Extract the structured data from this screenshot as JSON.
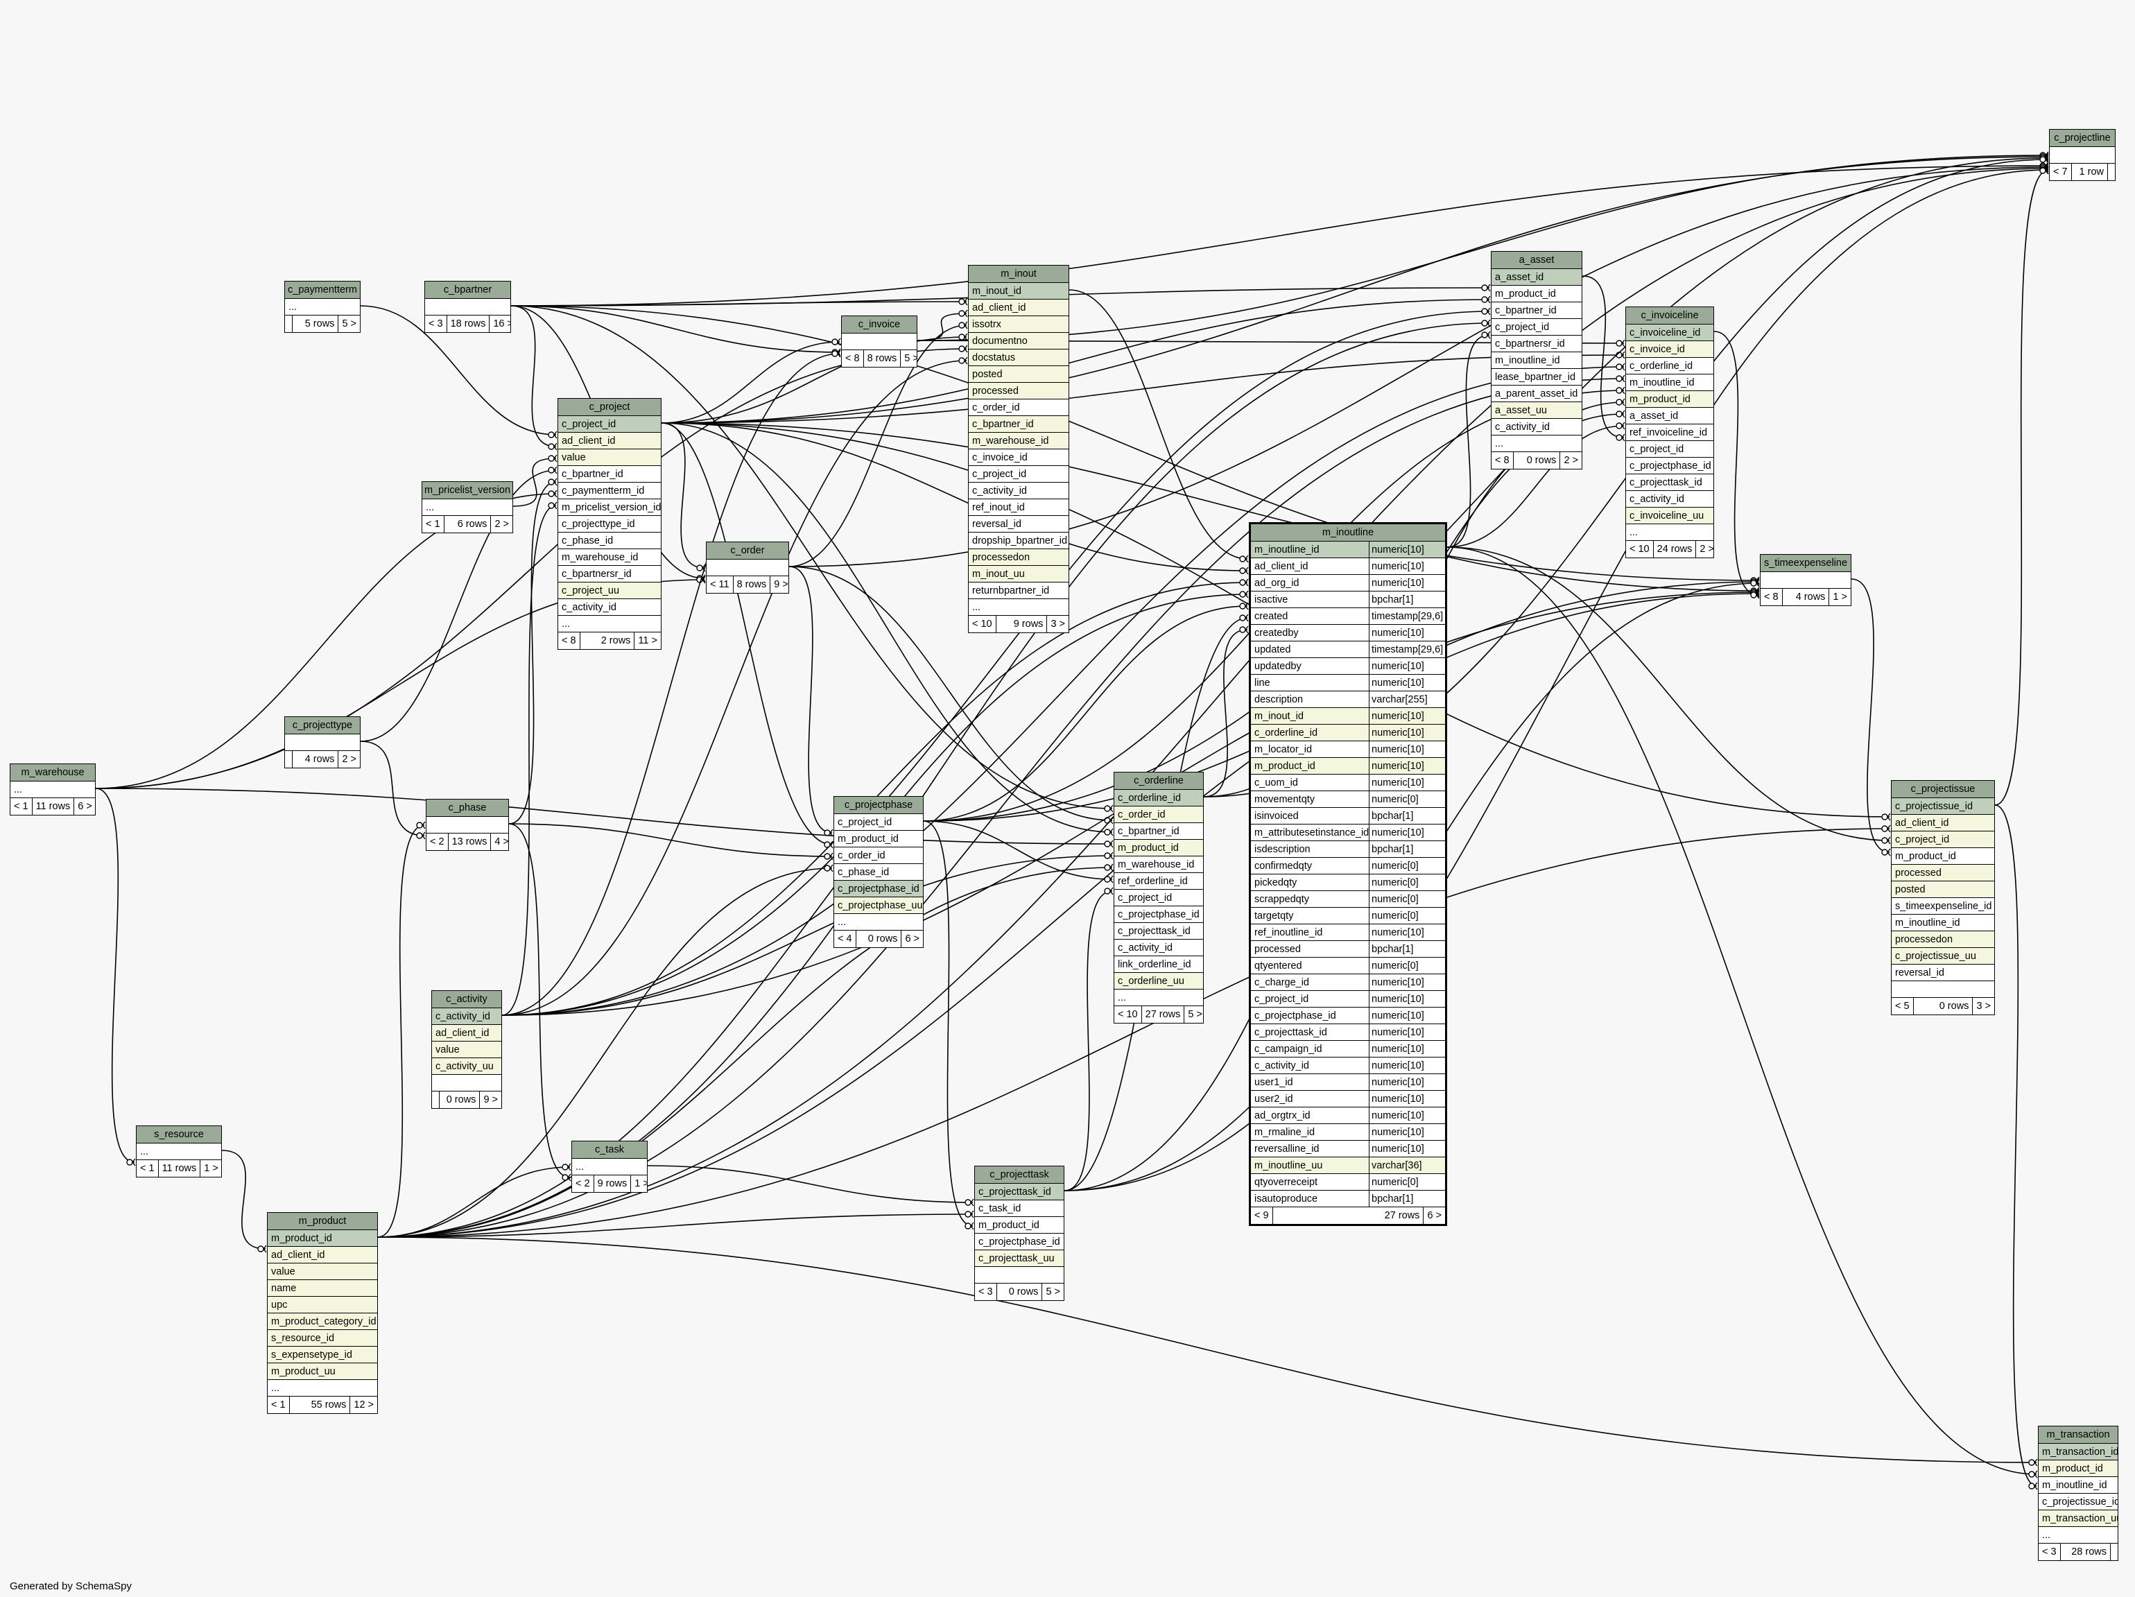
{
  "credit": "Generated by SchemaSpy",
  "tables": [
    {
      "id": "c_paymentterm",
      "name": "c_paymentterm",
      "cols": [
        [
          "...",
          ""
        ]
      ],
      "foot": [
        "",
        "5 rows",
        "5 >"
      ]
    },
    {
      "id": "c_bpartner",
      "name": "c_bpartner",
      "cols": [
        [
          "",
          ""
        ]
      ],
      "foot": [
        "< 3",
        "18 rows",
        "16 >"
      ]
    },
    {
      "id": "c_invoice",
      "name": "c_invoice",
      "cols": [
        [
          "",
          ""
        ]
      ],
      "foot": [
        "< 8",
        "8 rows",
        "5 >"
      ]
    },
    {
      "id": "m_inout",
      "name": "m_inout",
      "cols": [
        [
          "m_inout_id",
          "pk"
        ],
        [
          "ad_client_id",
          "nn"
        ],
        [
          "issotrx",
          "nn"
        ],
        [
          "documentno",
          "nn"
        ],
        [
          "docstatus",
          "nn"
        ],
        [
          "posted",
          "nn"
        ],
        [
          "processed",
          "nn"
        ],
        [
          "c_order_id",
          ""
        ],
        [
          "c_bpartner_id",
          "nn"
        ],
        [
          "m_warehouse_id",
          "nn"
        ],
        [
          "c_invoice_id",
          ""
        ],
        [
          "c_project_id",
          ""
        ],
        [
          "c_activity_id",
          ""
        ],
        [
          "ref_inout_id",
          ""
        ],
        [
          "reversal_id",
          ""
        ],
        [
          "dropship_bpartner_id",
          ""
        ],
        [
          "processedon",
          "nn"
        ],
        [
          "m_inout_uu",
          "nn"
        ],
        [
          "returnbpartner_id",
          ""
        ],
        [
          "...",
          ""
        ]
      ],
      "foot": [
        "< 10",
        "9 rows",
        "3 >"
      ]
    },
    {
      "id": "a_asset",
      "name": "a_asset",
      "cols": [
        [
          "a_asset_id",
          "pk"
        ],
        [
          "m_product_id",
          ""
        ],
        [
          "c_bpartner_id",
          ""
        ],
        [
          "c_project_id",
          ""
        ],
        [
          "c_bpartnersr_id",
          ""
        ],
        [
          "m_inoutline_id",
          ""
        ],
        [
          "lease_bpartner_id",
          ""
        ],
        [
          "a_parent_asset_id",
          ""
        ],
        [
          "a_asset_uu",
          "nn"
        ],
        [
          "c_activity_id",
          ""
        ],
        [
          "...",
          ""
        ]
      ],
      "foot": [
        "< 8",
        "0 rows",
        "2 >"
      ]
    },
    {
      "id": "c_project",
      "name": "c_project",
      "cols": [
        [
          "c_project_id",
          "pk"
        ],
        [
          "ad_client_id",
          "nn"
        ],
        [
          "value",
          "nn"
        ],
        [
          "c_bpartner_id",
          ""
        ],
        [
          "c_paymentterm_id",
          ""
        ],
        [
          "m_pricelist_version_id",
          ""
        ],
        [
          "c_projecttype_id",
          ""
        ],
        [
          "c_phase_id",
          ""
        ],
        [
          "m_warehouse_id",
          ""
        ],
        [
          "c_bpartnersr_id",
          ""
        ],
        [
          "c_project_uu",
          "nn"
        ],
        [
          "c_activity_id",
          ""
        ],
        [
          "...",
          ""
        ]
      ],
      "foot": [
        "< 8",
        "2 rows",
        "11 >"
      ]
    },
    {
      "id": "m_pricelist_version",
      "name": "m_pricelist_version",
      "cols": [
        [
          "...",
          ""
        ]
      ],
      "foot": [
        "< 1",
        "6 rows",
        "2 >"
      ]
    },
    {
      "id": "c_order",
      "name": "c_order",
      "cols": [
        [
          "",
          ""
        ]
      ],
      "foot": [
        "< 11",
        "8 rows",
        "9 >"
      ]
    },
    {
      "id": "c_projectline",
      "name": "c_projectline",
      "cols": [
        [
          "",
          ""
        ]
      ],
      "foot": [
        "< 7",
        "1 row",
        ""
      ]
    },
    {
      "id": "c_invoiceline",
      "name": "c_invoiceline",
      "cols": [
        [
          "c_invoiceline_id",
          "pk"
        ],
        [
          "c_invoice_id",
          "nn"
        ],
        [
          "c_orderline_id",
          ""
        ],
        [
          "m_inoutline_id",
          ""
        ],
        [
          "m_product_id",
          "nn"
        ],
        [
          "a_asset_id",
          ""
        ],
        [
          "ref_invoiceline_id",
          ""
        ],
        [
          "c_project_id",
          ""
        ],
        [
          "c_projectphase_id",
          ""
        ],
        [
          "c_projecttask_id",
          ""
        ],
        [
          "c_activity_id",
          ""
        ],
        [
          "c_invoiceline_uu",
          "nn"
        ],
        [
          "...",
          ""
        ]
      ],
      "foot": [
        "< 10",
        "24 rows",
        "2 >"
      ]
    },
    {
      "id": "s_timeexpenseline",
      "name": "s_timeexpenseline",
      "cols": [
        [
          "",
          ""
        ]
      ],
      "foot": [
        "< 8",
        "4 rows",
        "1 >"
      ]
    },
    {
      "id": "m_inoutline",
      "name": "m_inoutline",
      "typed": true,
      "cols": [
        [
          "m_inoutline_id",
          "numeric[10]",
          "pk"
        ],
        [
          "ad_client_id",
          "numeric[10]",
          ""
        ],
        [
          "ad_org_id",
          "numeric[10]",
          ""
        ],
        [
          "isactive",
          "bpchar[1]",
          ""
        ],
        [
          "created",
          "timestamp[29,6]",
          ""
        ],
        [
          "createdby",
          "numeric[10]",
          ""
        ],
        [
          "updated",
          "timestamp[29,6]",
          ""
        ],
        [
          "updatedby",
          "numeric[10]",
          ""
        ],
        [
          "line",
          "numeric[10]",
          ""
        ],
        [
          "description",
          "varchar[255]",
          ""
        ],
        [
          "m_inout_id",
          "numeric[10]",
          "nn"
        ],
        [
          "c_orderline_id",
          "numeric[10]",
          "nn"
        ],
        [
          "m_locator_id",
          "numeric[10]",
          ""
        ],
        [
          "m_product_id",
          "numeric[10]",
          "nn"
        ],
        [
          "c_uom_id",
          "numeric[10]",
          ""
        ],
        [
          "movementqty",
          "numeric[0]",
          ""
        ],
        [
          "isinvoiced",
          "bpchar[1]",
          ""
        ],
        [
          "m_attributesetinstance_id",
          "numeric[10]",
          ""
        ],
        [
          "isdescription",
          "bpchar[1]",
          ""
        ],
        [
          "confirmedqty",
          "numeric[0]",
          ""
        ],
        [
          "pickedqty",
          "numeric[0]",
          ""
        ],
        [
          "scrappedqty",
          "numeric[0]",
          ""
        ],
        [
          "targetqty",
          "numeric[0]",
          ""
        ],
        [
          "ref_inoutline_id",
          "numeric[10]",
          ""
        ],
        [
          "processed",
          "bpchar[1]",
          ""
        ],
        [
          "qtyentered",
          "numeric[0]",
          ""
        ],
        [
          "c_charge_id",
          "numeric[10]",
          ""
        ],
        [
          "c_project_id",
          "numeric[10]",
          ""
        ],
        [
          "c_projectphase_id",
          "numeric[10]",
          ""
        ],
        [
          "c_projecttask_id",
          "numeric[10]",
          ""
        ],
        [
          "c_campaign_id",
          "numeric[10]",
          ""
        ],
        [
          "c_activity_id",
          "numeric[10]",
          ""
        ],
        [
          "user1_id",
          "numeric[10]",
          ""
        ],
        [
          "user2_id",
          "numeric[10]",
          ""
        ],
        [
          "ad_orgtrx_id",
          "numeric[10]",
          ""
        ],
        [
          "m_rmaline_id",
          "numeric[10]",
          ""
        ],
        [
          "reversalline_id",
          "numeric[10]",
          ""
        ],
        [
          "m_inoutline_uu",
          "varchar[36]",
          "nn"
        ],
        [
          "qtyoverreceipt",
          "numeric[0]",
          ""
        ],
        [
          "isautoproduce",
          "bpchar[1]",
          ""
        ]
      ],
      "foot": [
        "< 9",
        "27 rows",
        "6 >"
      ]
    },
    {
      "id": "c_projecttype",
      "name": "c_projecttype",
      "cols": [
        [
          "",
          ""
        ]
      ],
      "foot": [
        "",
        "4 rows",
        "2 >"
      ]
    },
    {
      "id": "m_warehouse",
      "name": "m_warehouse",
      "cols": [
        [
          "...",
          ""
        ]
      ],
      "foot": [
        "< 1",
        "11 rows",
        "6 >"
      ]
    },
    {
      "id": "c_phase",
      "name": "c_phase",
      "cols": [
        [
          "",
          ""
        ]
      ],
      "foot": [
        "< 2",
        "13 rows",
        "4 >"
      ]
    },
    {
      "id": "c_projectphase",
      "name": "c_projectphase",
      "cols": [
        [
          "c_project_id",
          ""
        ],
        [
          "m_product_id",
          ""
        ],
        [
          "c_order_id",
          ""
        ],
        [
          "c_phase_id",
          ""
        ],
        [
          "c_projectphase_id",
          "pk"
        ],
        [
          "c_projectphase_uu",
          "nn"
        ],
        [
          "...",
          ""
        ]
      ],
      "foot": [
        "< 4",
        "0 rows",
        "6 >"
      ]
    },
    {
      "id": "c_orderline",
      "name": "c_orderline",
      "cols": [
        [
          "c_orderline_id",
          "pk"
        ],
        [
          "c_order_id",
          "nn"
        ],
        [
          "c_bpartner_id",
          ""
        ],
        [
          "m_product_id",
          "nn"
        ],
        [
          "m_warehouse_id",
          ""
        ],
        [
          "ref_orderline_id",
          ""
        ],
        [
          "c_project_id",
          ""
        ],
        [
          "c_projectphase_id",
          ""
        ],
        [
          "c_projecttask_id",
          ""
        ],
        [
          "c_activity_id",
          ""
        ],
        [
          "link_orderline_id",
          ""
        ],
        [
          "c_orderline_uu",
          "nn"
        ],
        [
          "...",
          ""
        ]
      ],
      "foot": [
        "< 10",
        "27 rows",
        "5 >"
      ]
    },
    {
      "id": "c_projectissue",
      "name": "c_projectissue",
      "cols": [
        [
          "c_projectissue_id",
          "pk"
        ],
        [
          "ad_client_id",
          "nn"
        ],
        [
          "c_project_id",
          "nn"
        ],
        [
          "m_product_id",
          ""
        ],
        [
          "processed",
          "nn"
        ],
        [
          "posted",
          "nn"
        ],
        [
          "s_timeexpenseline_id",
          ""
        ],
        [
          "m_inoutline_id",
          ""
        ],
        [
          "processedon",
          "nn"
        ],
        [
          "c_projectissue_uu",
          "nn"
        ],
        [
          "reversal_id",
          ""
        ],
        [
          "",
          ""
        ]
      ],
      "foot": [
        "< 5",
        "0 rows",
        "3 >"
      ]
    },
    {
      "id": "c_activity",
      "name": "c_activity",
      "cols": [
        [
          "c_activity_id",
          "pk"
        ],
        [
          "ad_client_id",
          "nn"
        ],
        [
          "value",
          "nn"
        ],
        [
          "c_activity_uu",
          "nn"
        ],
        [
          "",
          ""
        ]
      ],
      "foot": [
        "",
        "0 rows",
        "9 >"
      ]
    },
    {
      "id": "s_resource",
      "name": "s_resource",
      "cols": [
        [
          "...",
          ""
        ]
      ],
      "foot": [
        "< 1",
        "11 rows",
        "1 >"
      ]
    },
    {
      "id": "c_task",
      "name": "c_task",
      "cols": [
        [
          "...",
          ""
        ]
      ],
      "foot": [
        "< 2",
        "9 rows",
        "1 >"
      ]
    },
    {
      "id": "m_product",
      "name": "m_product",
      "cols": [
        [
          "m_product_id",
          "pk"
        ],
        [
          "ad_client_id",
          "nn"
        ],
        [
          "value",
          "nn"
        ],
        [
          "name",
          "nn"
        ],
        [
          "upc",
          "nn"
        ],
        [
          "m_product_category_id",
          "nn"
        ],
        [
          "s_resource_id",
          "nn"
        ],
        [
          "s_expensetype_id",
          "nn"
        ],
        [
          "m_product_uu",
          "nn"
        ],
        [
          "...",
          ""
        ]
      ],
      "foot": [
        "< 1",
        "55 rows",
        "12 >"
      ]
    },
    {
      "id": "c_projecttask",
      "name": "c_projecttask",
      "cols": [
        [
          "c_projecttask_id",
          "pk"
        ],
        [
          "c_task_id",
          ""
        ],
        [
          "m_product_id",
          ""
        ],
        [
          "c_projectphase_id",
          ""
        ],
        [
          "c_projecttask_uu",
          "nn"
        ],
        [
          "",
          ""
        ]
      ],
      "foot": [
        "< 3",
        "0 rows",
        "5 >"
      ]
    },
    {
      "id": "m_transaction",
      "name": "m_transaction",
      "cols": [
        [
          "m_transaction_id",
          "pk"
        ],
        [
          "m_product_id",
          "nn"
        ],
        [
          "m_inoutline_id",
          ""
        ],
        [
          "c_projectissue_id",
          ""
        ],
        [
          "m_transaction_uu",
          "nn"
        ],
        [
          "...",
          ""
        ]
      ],
      "foot": [
        "< 3",
        "28 rows",
        ""
      ]
    }
  ],
  "relations": [
    [
      "c_paymentterm",
      "c_project"
    ],
    [
      "c_bpartner",
      "c_project"
    ],
    [
      "c_bpartner",
      "c_invoice"
    ],
    [
      "c_bpartner",
      "c_order"
    ],
    [
      "c_bpartner",
      "m_inout"
    ],
    [
      "c_bpartner",
      "a_asset"
    ],
    [
      "c_bpartner",
      "c_orderline"
    ],
    [
      "c_bpartner",
      "c_projectline"
    ],
    [
      "c_bpartner",
      "s_timeexpenseline"
    ],
    [
      "c_invoice",
      "c_invoiceline"
    ],
    [
      "c_invoice",
      "m_inout"
    ],
    [
      "c_invoice",
      "c_projectline"
    ],
    [
      "m_inout",
      "m_inoutline"
    ],
    [
      "c_order",
      "m_inout"
    ],
    [
      "c_order",
      "c_orderline"
    ],
    [
      "c_order",
      "c_projectphase"
    ],
    [
      "c_order",
      "c_projectline"
    ],
    [
      "c_project",
      "m_inout"
    ],
    [
      "c_project",
      "a_asset"
    ],
    [
      "c_project",
      "c_invoice"
    ],
    [
      "c_project",
      "c_order"
    ],
    [
      "c_project",
      "c_invoiceline"
    ],
    [
      "c_project",
      "c_projectphase"
    ],
    [
      "c_project",
      "c_orderline"
    ],
    [
      "c_project",
      "m_inoutline"
    ],
    [
      "c_project",
      "c_projectissue"
    ],
    [
      "c_project",
      "c_projectline"
    ],
    [
      "c_project",
      "s_timeexpenseline"
    ],
    [
      "m_pricelist_version",
      "c_project"
    ],
    [
      "c_projecttype",
      "c_project"
    ],
    [
      "c_projecttype",
      "c_phase"
    ],
    [
      "c_phase",
      "c_project"
    ],
    [
      "c_phase",
      "c_projectphase"
    ],
    [
      "c_phase",
      "c_task"
    ],
    [
      "m_warehouse",
      "c_project"
    ],
    [
      "m_warehouse",
      "m_inout"
    ],
    [
      "m_warehouse",
      "c_orderline"
    ],
    [
      "m_warehouse",
      "s_resource"
    ],
    [
      "m_warehouse",
      "c_order"
    ],
    [
      "c_activity",
      "c_project"
    ],
    [
      "c_activity",
      "m_inout"
    ],
    [
      "c_activity",
      "a_asset"
    ],
    [
      "c_activity",
      "c_invoiceline"
    ],
    [
      "c_activity",
      "c_orderline"
    ],
    [
      "c_activity",
      "m_inoutline"
    ],
    [
      "c_activity",
      "s_timeexpenseline"
    ],
    [
      "c_activity",
      "c_invoice"
    ],
    [
      "s_resource",
      "m_product"
    ],
    [
      "c_task",
      "c_projecttask"
    ],
    [
      "m_product",
      "c_projecttask"
    ],
    [
      "m_product",
      "c_projectphase"
    ],
    [
      "m_product",
      "c_orderline"
    ],
    [
      "m_product",
      "m_inoutline"
    ],
    [
      "m_product",
      "c_invoiceline"
    ],
    [
      "m_product",
      "a_asset"
    ],
    [
      "m_product",
      "c_projectissue"
    ],
    [
      "m_product",
      "m_transaction"
    ],
    [
      "m_product",
      "c_projectline"
    ],
    [
      "m_product",
      "s_timeexpenseline"
    ],
    [
      "m_product",
      "c_task"
    ],
    [
      "m_product",
      "c_phase"
    ],
    [
      "c_projectphase",
      "c_projecttask"
    ],
    [
      "c_projectphase",
      "c_orderline"
    ],
    [
      "c_projectphase",
      "m_inoutline"
    ],
    [
      "c_projectphase",
      "c_invoiceline"
    ],
    [
      "c_projectphase",
      "c_projectline"
    ],
    [
      "c_projectphase",
      "s_timeexpenseline"
    ],
    [
      "c_projecttask",
      "c_orderline"
    ],
    [
      "c_projecttask",
      "m_inoutline"
    ],
    [
      "c_projecttask",
      "c_invoiceline"
    ],
    [
      "c_projecttask",
      "c_projectline"
    ],
    [
      "c_projecttask",
      "s_timeexpenseline"
    ],
    [
      "c_orderline",
      "m_inoutline"
    ],
    [
      "c_orderline",
      "c_invoiceline"
    ],
    [
      "c_orderline",
      "c_projectline"
    ],
    [
      "m_inoutline",
      "a_asset"
    ],
    [
      "m_inoutline",
      "c_invoiceline"
    ],
    [
      "m_inoutline",
      "c_projectissue"
    ],
    [
      "m_inoutline",
      "m_transaction"
    ],
    [
      "a_asset",
      "c_invoiceline"
    ],
    [
      "c_invoiceline",
      "s_timeexpenseline"
    ],
    [
      "s_timeexpenseline",
      "c_projectissue"
    ],
    [
      "c_projectissue",
      "m_transaction"
    ],
    [
      "c_projectissue",
      "c_projectline"
    ]
  ]
}
